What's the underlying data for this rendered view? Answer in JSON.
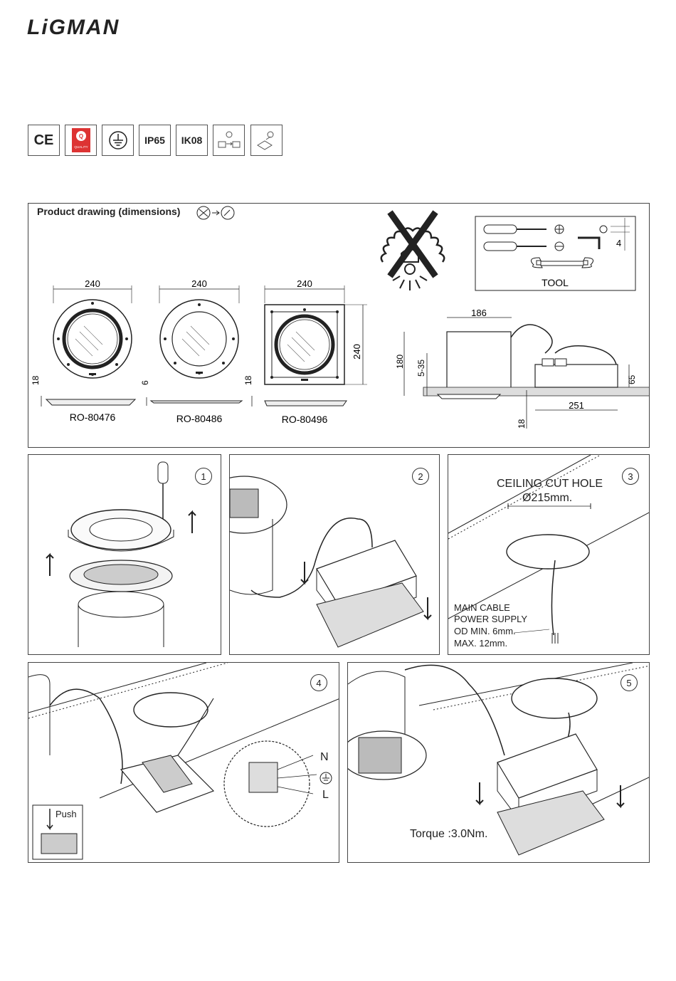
{
  "brand": {
    "logo": "LiGMAN"
  },
  "certifications": [
    "CE",
    "QUALITY",
    "",
    "IP65",
    "IK08",
    "",
    ""
  ],
  "product_drawing": {
    "title": "Product drawing (dimensions)",
    "models": [
      {
        "code": "RO-80476",
        "width": "240",
        "height": "18"
      },
      {
        "code": "RO-80486",
        "width": "240",
        "height": "6"
      },
      {
        "code": "RO-80496",
        "width": "240",
        "height": "18",
        "side": "240"
      }
    ],
    "tool_label": "TOOL",
    "tool_size": "4",
    "side_dims": {
      "d186": "186",
      "d180": "180",
      "d5_35": "5-35",
      "d65": "65",
      "d251": "251",
      "d18": "18"
    }
  },
  "steps": [
    {
      "number": "1"
    },
    {
      "number": "2"
    },
    {
      "number": "3",
      "title": "CEILING CUT HOLE",
      "hole": "Ø215mm.",
      "cable_note": [
        "MAIN CABLE",
        "POWER SUPPLY",
        "OD MIN. 6mm.",
        "MAX. 12mm."
      ]
    },
    {
      "number": "4",
      "push": "Push",
      "terminals": [
        "N",
        "L"
      ]
    },
    {
      "number": "5",
      "torque": "Torque :3.0Nm."
    }
  ]
}
